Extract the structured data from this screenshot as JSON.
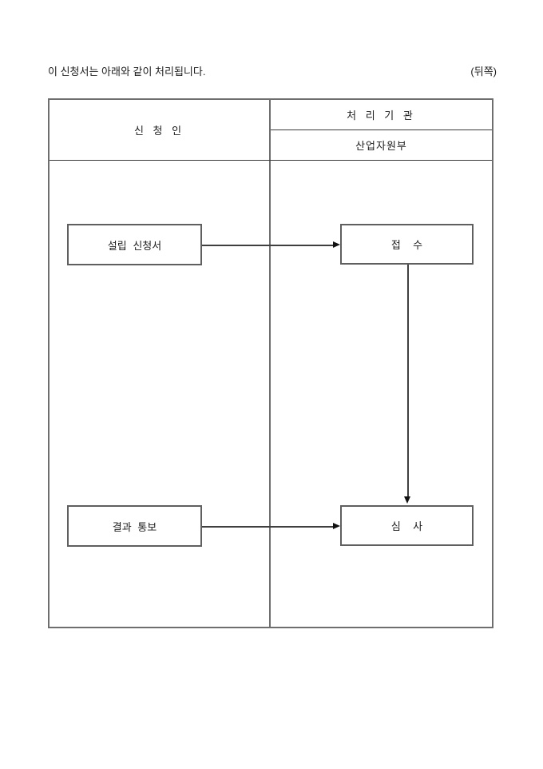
{
  "document": {
    "intro_text": "이 신청서는 아래와 같이 처리됩니다.",
    "back_side_label": "(뒤쪽)"
  },
  "process_table": {
    "applicant_column_header": "신 청 인",
    "agency_column_header": "처 리 기 관",
    "agency_name": "산업자원부"
  },
  "flowchart": {
    "application_box_label": "설립 신청서",
    "receipt_box_label": "접  수",
    "result_box_label": "결과 통보",
    "review_box_label": "심  사",
    "arrows": [
      {
        "from": "application_box",
        "to": "receipt_box",
        "direction": "right"
      },
      {
        "from": "receipt_box",
        "to": "review_box",
        "direction": "down"
      },
      {
        "from": "result_box",
        "to": "review_box",
        "direction": "right"
      }
    ]
  },
  "colors": {
    "background": "#ffffff",
    "text": "#1c1c1c",
    "table_border": "#6e6e6e",
    "box_border": "#5f5f5f",
    "arrow": "#3f3f3f"
  }
}
